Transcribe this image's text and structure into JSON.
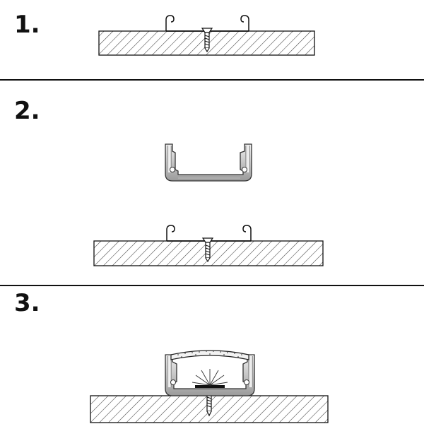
{
  "steps": [
    {
      "label": "1."
    },
    {
      "label": "2."
    },
    {
      "label": "3."
    }
  ],
  "colors": {
    "ink": "#111111",
    "hatch": "#444444",
    "profile_light": "#e4e4e4",
    "profile_dark": "#6f6f6f",
    "diffuser": "#f2f2f2"
  },
  "icons": {
    "clip": "mounting-clip",
    "screw": "countersunk-screw",
    "profile": "aluminium-u-profile",
    "diffuser": "frosted-diffuser-cover",
    "led": "led-strip-light"
  }
}
